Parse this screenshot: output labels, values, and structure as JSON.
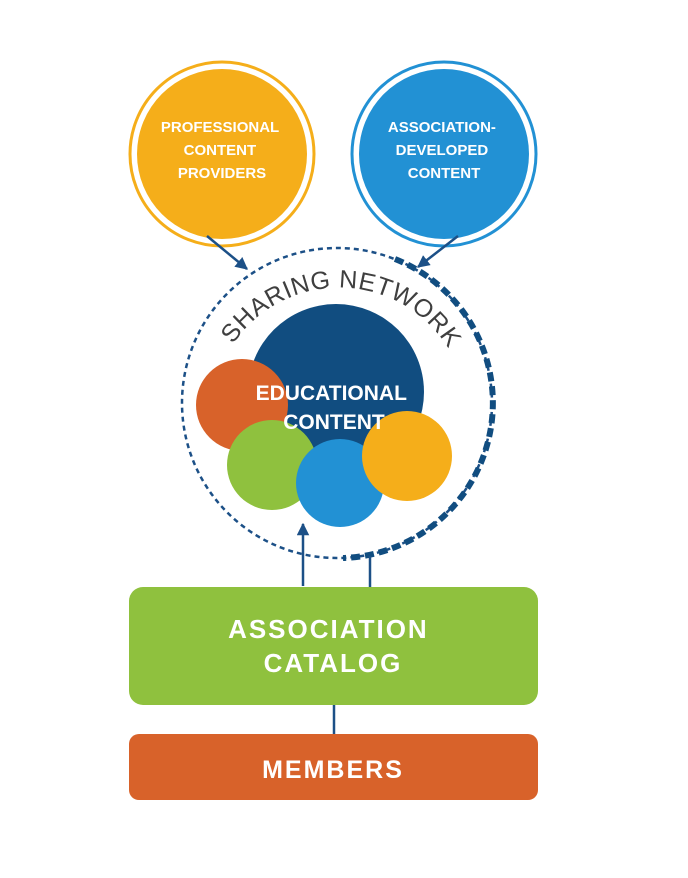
{
  "colors": {
    "orange": "#F5AE1A",
    "blue": "#2291D4",
    "navy": "#114D80",
    "arrow": "#1C5087",
    "rust": "#D8622A",
    "green": "#8FC13E",
    "network_text": "#3F3F3F"
  },
  "providers_node": {
    "lines": [
      "PROFESSIONAL",
      "CONTENT",
      "PROVIDERS"
    ]
  },
  "association_content_node": {
    "lines": [
      "ASSOCIATION-",
      "DEVELOPED",
      "CONTENT"
    ]
  },
  "sharing_network": {
    "label": "SHARING NETWORK"
  },
  "educational_content": {
    "lines": [
      "EDUCATIONAL",
      "CONTENT"
    ]
  },
  "catalog": {
    "lines": [
      "ASSOCIATION",
      "CATALOG"
    ]
  },
  "members": {
    "label": "MEMBERS"
  }
}
